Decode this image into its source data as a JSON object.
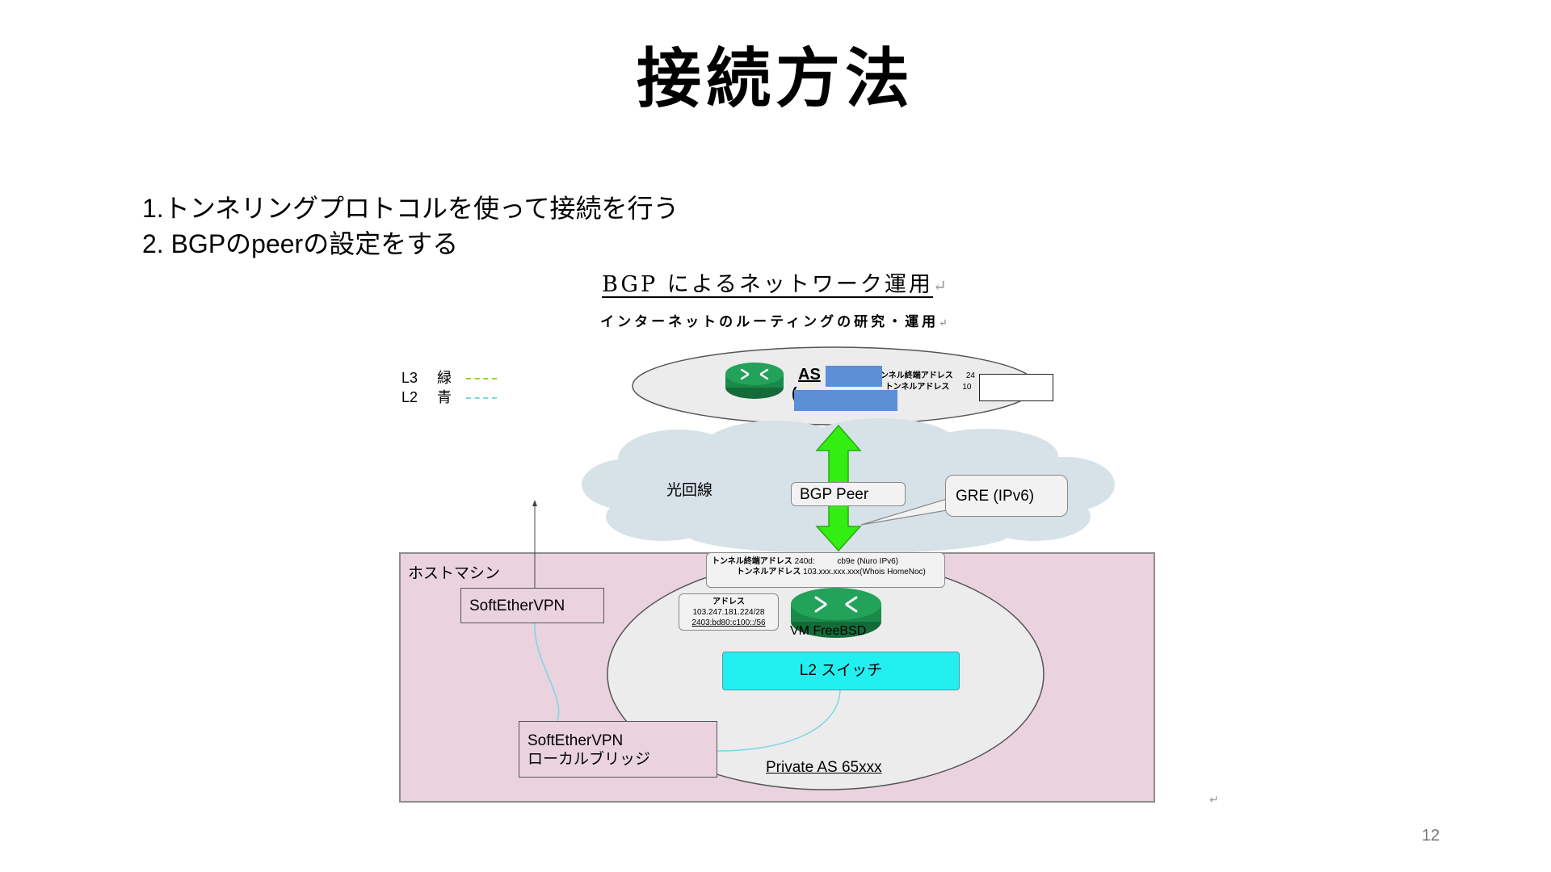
{
  "slide": {
    "title": "接続方法",
    "bullets": [
      "1.トンネリングプロトコルを使って接続を行う",
      "2. BGPのpeerの設定をする"
    ],
    "page_number": "12"
  },
  "figure": {
    "doc_title": "BGP によるネットワーク運用",
    "doc_subtitle": "インターネットのルーティングの研究・運用",
    "return_mark": "↵",
    "legend": [
      {
        "layer": "L3",
        "color_name": "緑",
        "color": "#9acd32"
      },
      {
        "layer": "L2",
        "color_name": "青",
        "color": "#7fd4e8"
      }
    ],
    "as_node": {
      "label": "AS",
      "paren": "(",
      "tunnel_end_label": "ンネル終端アドレス",
      "tunnel_end_value": "24",
      "tunnel_addr_label": "トンネルアドレス",
      "tunnel_addr_value": "10"
    },
    "cloud_label": "光回線",
    "bgp_peer_label": "BGP Peer",
    "gre_label": "GRE (IPv6)",
    "host_label": "ホストマシン",
    "softether_vpn": "SoftEtherVPN",
    "softether_bridge_line1": "SoftEtherVPN",
    "softether_bridge_line2": "ローカルブリッジ",
    "tunnel_info": {
      "end_label": "トンネル終端アドレス",
      "end_value": "240d:",
      "end_value_tail": "cb9e (Nuro IPv6)",
      "addr_label": "トンネルアドレス",
      "addr_value": "103.xxx.xxx.xxx(Whois HomeNoc)"
    },
    "address_box": {
      "title": "アドレス",
      "ipv4": "103.247.181.224/28",
      "ipv6": "2403:bd80:c100::/56"
    },
    "vm_label": "VM FreeBSD",
    "l2_switch": "L2 スイッチ",
    "private_as": "Private AS 65xxx",
    "colors": {
      "host_bg": "#ead3de",
      "cloud": "#d6e2e8",
      "arrow": "#33ee11",
      "router": "#1a8a4a",
      "switch": "#22f0f0"
    }
  }
}
